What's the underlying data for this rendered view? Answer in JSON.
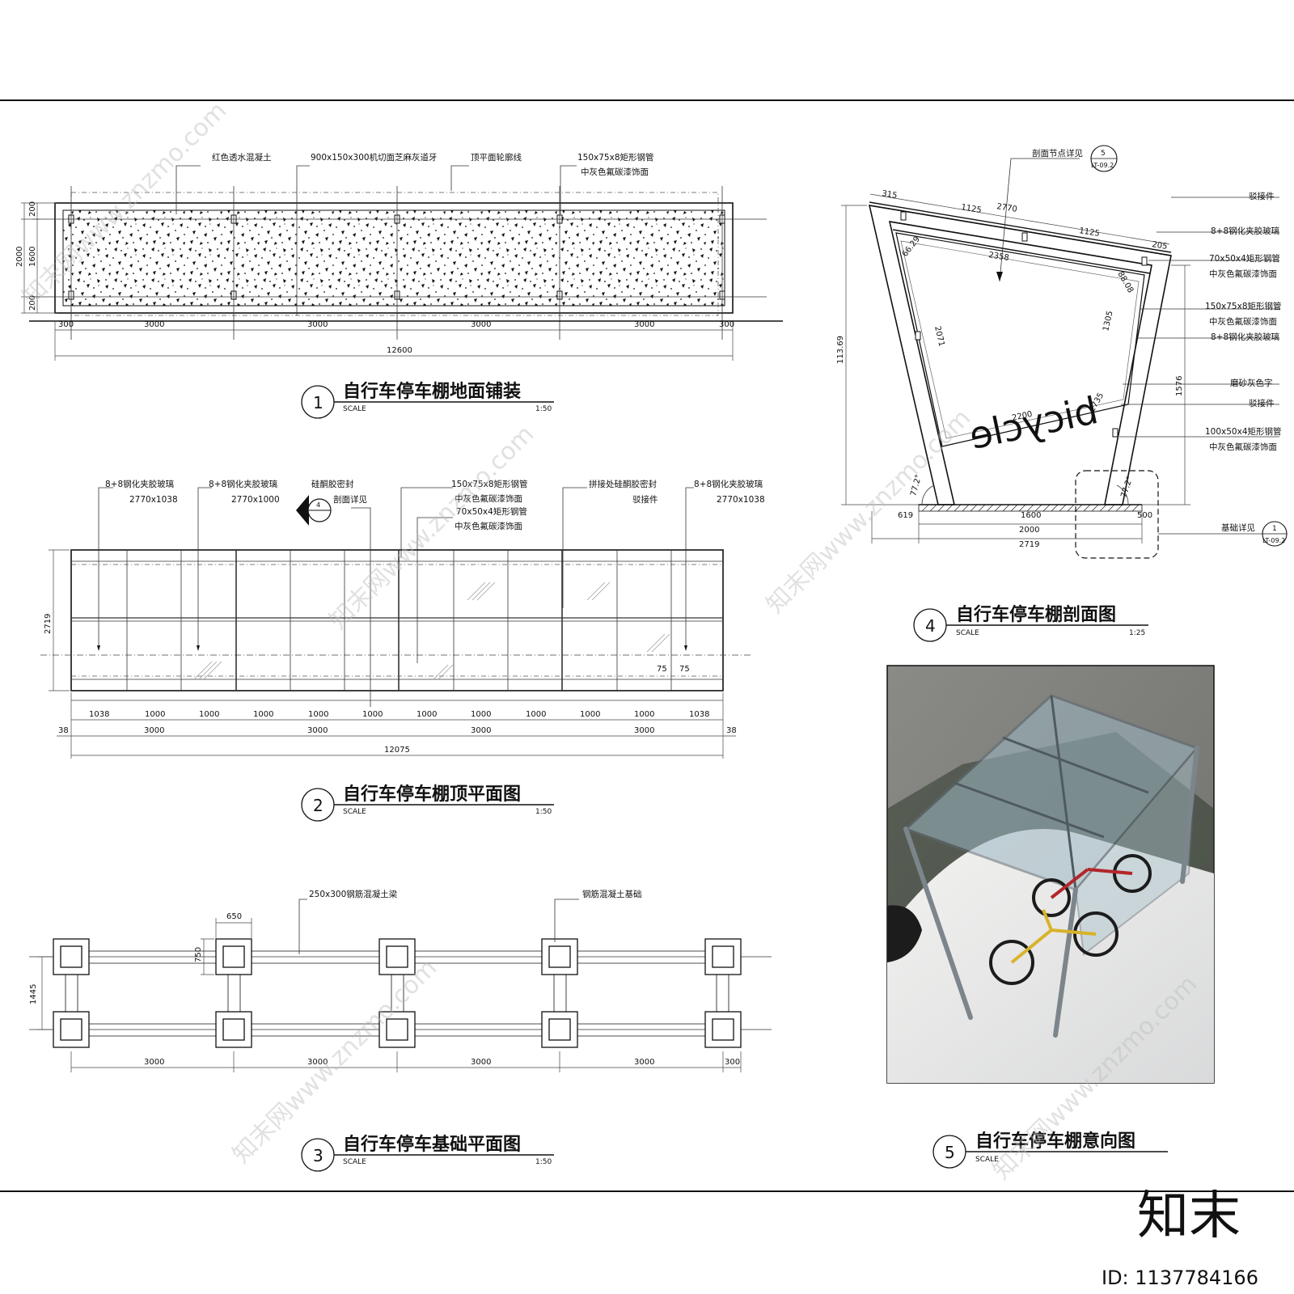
{
  "drawing_1": {
    "number": "1",
    "title": "自行车停车棚地面铺装",
    "scale_label": "SCALE",
    "scale": "1:50",
    "labels": [
      "红色透水混凝土",
      "900x150x300机切面芝麻灰道牙",
      "顶平面轮廓线",
      "150x75x8矩形钢管",
      "中灰色氟碳漆饰面"
    ],
    "dims_vertical": [
      "200",
      "1600",
      "200",
      "2000"
    ],
    "dims_bays": [
      "300",
      "3000",
      "3000",
      "3000",
      "3000",
      "300"
    ],
    "dim_total": "12600"
  },
  "drawing_2": {
    "number": "2",
    "title": "自行车停车棚顶平面图",
    "scale_label": "SCALE",
    "scale": "1:50",
    "labels": [
      "8+8钢化夹胶玻璃",
      "2770x1038",
      "8+8钢化夹胶玻璃",
      "2770x1000",
      "硅酮胶密封",
      "剖面详见",
      "150x75x8矩形钢管",
      "中灰色氟碳漆饰面",
      "70x50x4矩形钢管",
      "中灰色氟碳漆饰面",
      "拼接处硅酮胶密封",
      "驳接件",
      "8+8钢化夹胶玻璃",
      "2770x1038"
    ],
    "section_marker": "4",
    "dim_depth": "2719",
    "dims_panels": [
      "1038",
      "1000",
      "1000",
      "1000",
      "1000",
      "1000",
      "1000",
      "1000",
      "1000",
      "1000",
      "1000",
      "1038"
    ],
    "dims_bays": [
      "38",
      "3000",
      "3000",
      "3000",
      "3000",
      "38"
    ],
    "dims_gap": [
      "75",
      "75"
    ],
    "dim_total": "12075"
  },
  "drawing_3": {
    "number": "3",
    "title": "自行车停车基础平面图",
    "scale_label": "SCALE",
    "scale": "1:50",
    "labels": [
      "250x300钢筋混凝土梁",
      "钢筋混凝土基础"
    ],
    "dims": [
      "650",
      "750",
      "1445"
    ],
    "dims_bays": [
      "3000",
      "3000",
      "3000",
      "3000",
      "300"
    ]
  },
  "drawing_4": {
    "number": "4",
    "title": "自行车停车棚剖面图",
    "scale_label": "SCALE",
    "scale": "1:25",
    "detail_callout": {
      "label": "剖面节点详见",
      "num": "5",
      "sheet": "LT-09.2"
    },
    "foundation_callout": {
      "label": "基础详见",
      "num": "1",
      "sheet": "LT-09.2"
    },
    "right_labels": [
      "驳接件",
      "8+8钢化夹胶玻璃",
      "70x50x4矩形钢管",
      "中灰色氟碳漆饰面",
      "150x75x8矩形钢管",
      "中灰色氟碳漆饰面",
      "8+8钢化夹胶玻璃",
      "磨砂灰色字",
      "驳接件",
      "100x50x4矩形钢管",
      "中灰色氟碳漆饰面"
    ],
    "dims": [
      "315",
      "1125",
      "2770",
      "1125",
      "205",
      "2358",
      "66.29",
      "88.08",
      "2071",
      "1305",
      "2735",
      "2200",
      "113.69",
      "1576",
      "77.2°",
      "77.2°",
      "619",
      "1600",
      "500",
      "2000",
      "2719"
    ],
    "glass_text": "bicycle"
  },
  "drawing_5": {
    "number": "5",
    "title": "自行车停车棚意向图",
    "scale_label": "SCALE"
  },
  "watermark": {
    "brand": "知末",
    "id_text": "ID: 1137784166",
    "site": "知末网www.znzmo.com"
  }
}
